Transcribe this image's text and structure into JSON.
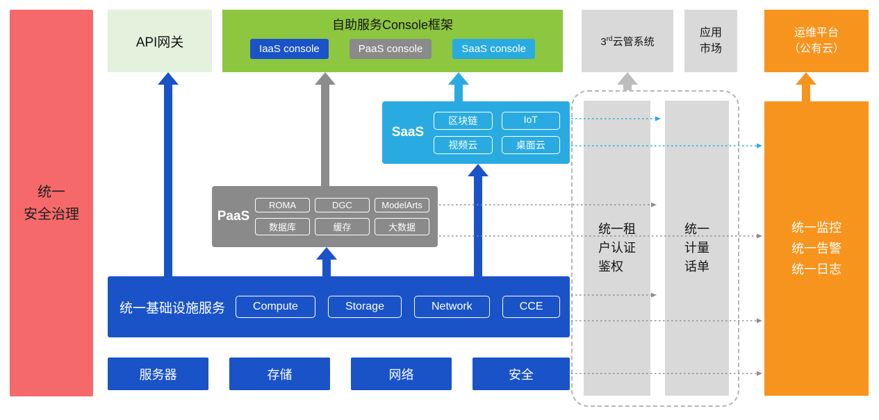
{
  "palette": {
    "red": "#f5696a",
    "pale-green": "#e3f1dd",
    "green": "#8dc63f",
    "blue": "#1a53c8",
    "cyan": "#29abe2",
    "gray": "#8a8a8a",
    "light-gray": "#d9d9d9",
    "orange": "#f7941d"
  },
  "security_bar": {
    "label": "统一\n安全治理"
  },
  "api_gateway": {
    "label": "API网关"
  },
  "console_frame": {
    "title": "自助服务Console框架",
    "consoles": [
      {
        "label": "IaaS console"
      },
      {
        "label": "PaaS console"
      },
      {
        "label": "SaaS console"
      }
    ]
  },
  "third_party_cloud": {
    "num": "3",
    "sup": "rd",
    "text": "云管系统"
  },
  "app_market": {
    "label": "应用\n市场"
  },
  "ops_platform": {
    "label": "运维平台\n（公有云）"
  },
  "saas_block": {
    "label": "SaaS",
    "items": [
      "区块链",
      "IoT",
      "视频云",
      "桌面云"
    ]
  },
  "paas_block": {
    "label": "PaaS",
    "items": [
      "ROMA",
      "DGC",
      "ModelArts",
      "数据库",
      "缓存",
      "大数据"
    ]
  },
  "infra_block": {
    "label": "统一基础设施服务",
    "items": [
      "Compute",
      "Storage",
      "Network",
      "CCE"
    ]
  },
  "hardware": {
    "items": [
      "服务器",
      "存储",
      "网络",
      "安全"
    ]
  },
  "auth_bar": {
    "label": "统一租\n户认证\n鉴权"
  },
  "billing_bar": {
    "label": "统一\n计量\n话单"
  },
  "monitor_bar": {
    "label": "统一监控\n统一告警\n统一日志"
  }
}
